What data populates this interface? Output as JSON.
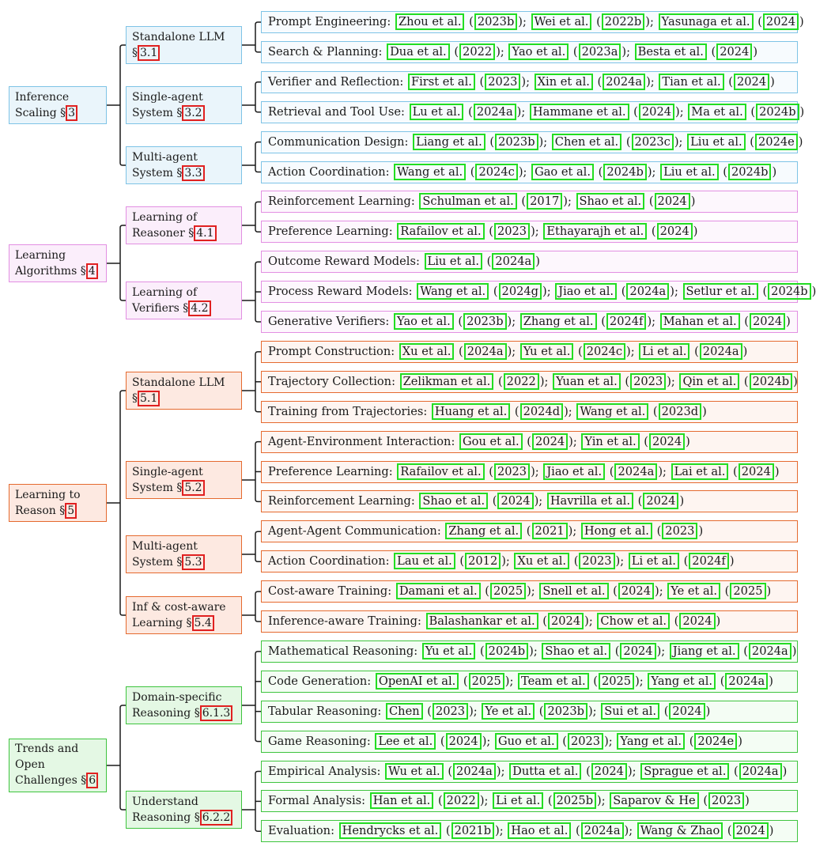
{
  "categories": [
    {
      "label": "Inference Scaling §",
      "ref": "3",
      "color": "blue",
      "subs": [
        {
          "label": "Standalone LLM §",
          "ref": "3.1",
          "leaves": [
            {
              "title": "Prompt Engineering:",
              "cites": [
                [
                  "Zhou et al.",
                  "2023b"
                ],
                [
                  "Wei et al.",
                  "2022b"
                ],
                [
                  "Yasunaga et al.",
                  "2024"
                ]
              ]
            },
            {
              "title": "Search & Planning:",
              "cites": [
                [
                  "Dua et al.",
                  "2022"
                ],
                [
                  "Yao et al.",
                  "2023a"
                ],
                [
                  "Besta et al.",
                  "2024"
                ]
              ]
            }
          ]
        },
        {
          "label": "Single-agent System §",
          "ref": "3.2",
          "leaves": [
            {
              "title": "Verifier and Reflection:",
              "cites": [
                [
                  "First et al.",
                  "2023"
                ],
                [
                  "Xin et al.",
                  "2024a"
                ],
                [
                  "Tian et al.",
                  "2024"
                ]
              ]
            },
            {
              "title": "Retrieval and Tool Use:",
              "cites": [
                [
                  "Lu et al.",
                  "2024a"
                ],
                [
                  "Hammane et al.",
                  "2024"
                ],
                [
                  "Ma et al.",
                  "2024b"
                ]
              ]
            }
          ]
        },
        {
          "label": "Multi-agent System §",
          "ref": "3.3",
          "leaves": [
            {
              "title": "Communication Design:",
              "cites": [
                [
                  "Liang et al.",
                  "2023b"
                ],
                [
                  "Chen et al.",
                  "2023c"
                ],
                [
                  "Liu et al.",
                  "2024e"
                ]
              ]
            },
            {
              "title": "Action Coordination:",
              "cites": [
                [
                  "Wang et al.",
                  "2024c"
                ],
                [
                  "Gao et al.",
                  "2024b"
                ],
                [
                  "Liu et al.",
                  "2024b"
                ]
              ]
            }
          ]
        }
      ]
    },
    {
      "label": "Learning Algorithms §",
      "ref": "4",
      "color": "pink",
      "subs": [
        {
          "label": "Learning of Reasoner §",
          "ref": "4.1",
          "leaves": [
            {
              "title": "Reinforcement Learning:",
              "cites": [
                [
                  "Schulman et al.",
                  "2017"
                ],
                [
                  "Shao et al.",
                  "2024"
                ]
              ]
            },
            {
              "title": "Preference Learning:",
              "cites": [
                [
                  "Rafailov et al.",
                  "2023"
                ],
                [
                  "Ethayarajh et al.",
                  "2024"
                ]
              ]
            }
          ]
        },
        {
          "label": "Learning of Verifiers §",
          "ref": "4.2",
          "leaves": [
            {
              "title": "Outcome Reward Models:",
              "cites": [
                [
                  "Liu et al.",
                  "2024a"
                ]
              ]
            },
            {
              "title": "Process Reward Models:",
              "cites": [
                [
                  "Wang et al.",
                  "2024g"
                ],
                [
                  "Jiao et al.",
                  "2024a"
                ],
                [
                  "Setlur et al.",
                  "2024b"
                ]
              ]
            },
            {
              "title": "Generative Verifiers:",
              "cites": [
                [
                  "Yao et al.",
                  "2023b"
                ],
                [
                  "Zhang et al.",
                  "2024f"
                ],
                [
                  "Mahan et al.",
                  "2024"
                ]
              ]
            }
          ]
        }
      ]
    },
    {
      "label": "Learning to Reason §",
      "ref": "5",
      "color": "orange",
      "subs": [
        {
          "label": "Standalone LLM §",
          "ref": "5.1",
          "leaves": [
            {
              "title": "Prompt Construction:",
              "cites": [
                [
                  "Xu et al.",
                  "2024a"
                ],
                [
                  "Yu et al.",
                  "2024c"
                ],
                [
                  "Li et al.",
                  "2024a"
                ]
              ]
            },
            {
              "title": "Trajectory Collection:",
              "cites": [
                [
                  "Zelikman et al.",
                  "2022"
                ],
                [
                  "Yuan et al.",
                  "2023"
                ],
                [
                  "Qin et al.",
                  "2024b"
                ]
              ]
            },
            {
              "title": "Training from Trajectories:",
              "cites": [
                [
                  "Huang et al.",
                  "2024d"
                ],
                [
                  "Wang et al.",
                  "2023d"
                ]
              ]
            }
          ]
        },
        {
          "label": "Single-agent System §",
          "ref": "5.2",
          "leaves": [
            {
              "title": "Agent-Environment Interaction:",
              "cites": [
                [
                  "Gou et al.",
                  "2024"
                ],
                [
                  "Yin et al.",
                  "2024"
                ]
              ]
            },
            {
              "title": "Preference Learning:",
              "cites": [
                [
                  "Rafailov et al.",
                  "2023"
                ],
                [
                  "Jiao et al.",
                  "2024a"
                ],
                [
                  "Lai et al.",
                  "2024"
                ]
              ]
            },
            {
              "title": "Reinforcement Learning:",
              "cites": [
                [
                  "Shao et al.",
                  "2024"
                ],
                [
                  "Havrilla et al.",
                  "2024"
                ]
              ]
            }
          ]
        },
        {
          "label": "Multi-agent System §",
          "ref": "5.3",
          "leaves": [
            {
              "title": "Agent-Agent Communication:",
              "cites": [
                [
                  "Zhang et al.",
                  "2021"
                ],
                [
                  "Hong et al.",
                  "2023"
                ]
              ]
            },
            {
              "title": "Action Coordination:",
              "cites": [
                [
                  "Lau et al.",
                  "2012"
                ],
                [
                  "Xu et al.",
                  "2023"
                ],
                [
                  "Li et al.",
                  "2024f"
                ]
              ]
            }
          ]
        },
        {
          "label": "Inf & cost-aware Learning §",
          "ref": "5.4",
          "leaves": [
            {
              "title": "Cost-aware Training:",
              "cites": [
                [
                  "Damani et al.",
                  "2025"
                ],
                [
                  "Snell et al.",
                  "2024"
                ],
                [
                  "Ye et al.",
                  "2025"
                ]
              ]
            },
            {
              "title": "Inference-aware Training:",
              "cites": [
                [
                  "Balashankar et al.",
                  "2024"
                ],
                [
                  "Chow et al.",
                  "2024"
                ]
              ]
            }
          ]
        }
      ]
    },
    {
      "label": "Trends and Open Challenges §",
      "ref": "6",
      "color": "green",
      "subs": [
        {
          "label": "Domain-specific Reasoning §",
          "ref": "6.1.3",
          "leaves": [
            {
              "title": "Mathematical Reasoning:",
              "cites": [
                [
                  "Yu et al.",
                  "2024b"
                ],
                [
                  "Shao et al.",
                  "2024"
                ],
                [
                  "Jiang et al.",
                  "2024a"
                ]
              ]
            },
            {
              "title": "Code Generation:",
              "cites": [
                [
                  "OpenAI et al.",
                  "2025"
                ],
                [
                  "Team et al.",
                  "2025"
                ],
                [
                  "Yang et al.",
                  "2024a"
                ]
              ]
            },
            {
              "title": "Tabular Reasoning:",
              "cites": [
                [
                  "Chen",
                  "2023"
                ],
                [
                  "Ye et al.",
                  "2023b"
                ],
                [
                  "Sui et al.",
                  "2024"
                ]
              ]
            },
            {
              "title": "Game Reasoning:",
              "cites": [
                [
                  "Lee et al.",
                  "2024"
                ],
                [
                  "Guo et al.",
                  "2023"
                ],
                [
                  "Yang et al.",
                  "2024e"
                ]
              ]
            }
          ]
        },
        {
          "label": "Understand Reasoning §",
          "ref": "6.2.2",
          "leaves": [
            {
              "title": "Empirical Analysis:",
              "cites": [
                [
                  "Wu et al.",
                  "2024a"
                ],
                [
                  "Dutta et al.",
                  "2024"
                ],
                [
                  "Sprague et al.",
                  "2024a"
                ]
              ]
            },
            {
              "title": "Formal Analysis:",
              "cites": [
                [
                  "Han et al.",
                  "2022"
                ],
                [
                  "Li et al.",
                  "2025b"
                ],
                [
                  "Saparov & He",
                  "2023"
                ]
              ]
            },
            {
              "title": "Evaluation:",
              "cites": [
                [
                  "Hendrycks et al.",
                  "2021b"
                ],
                [
                  "Hao et al.",
                  "2024a"
                ],
                [
                  "Wang & Zhao",
                  "2024"
                ]
              ]
            }
          ]
        }
      ]
    }
  ]
}
